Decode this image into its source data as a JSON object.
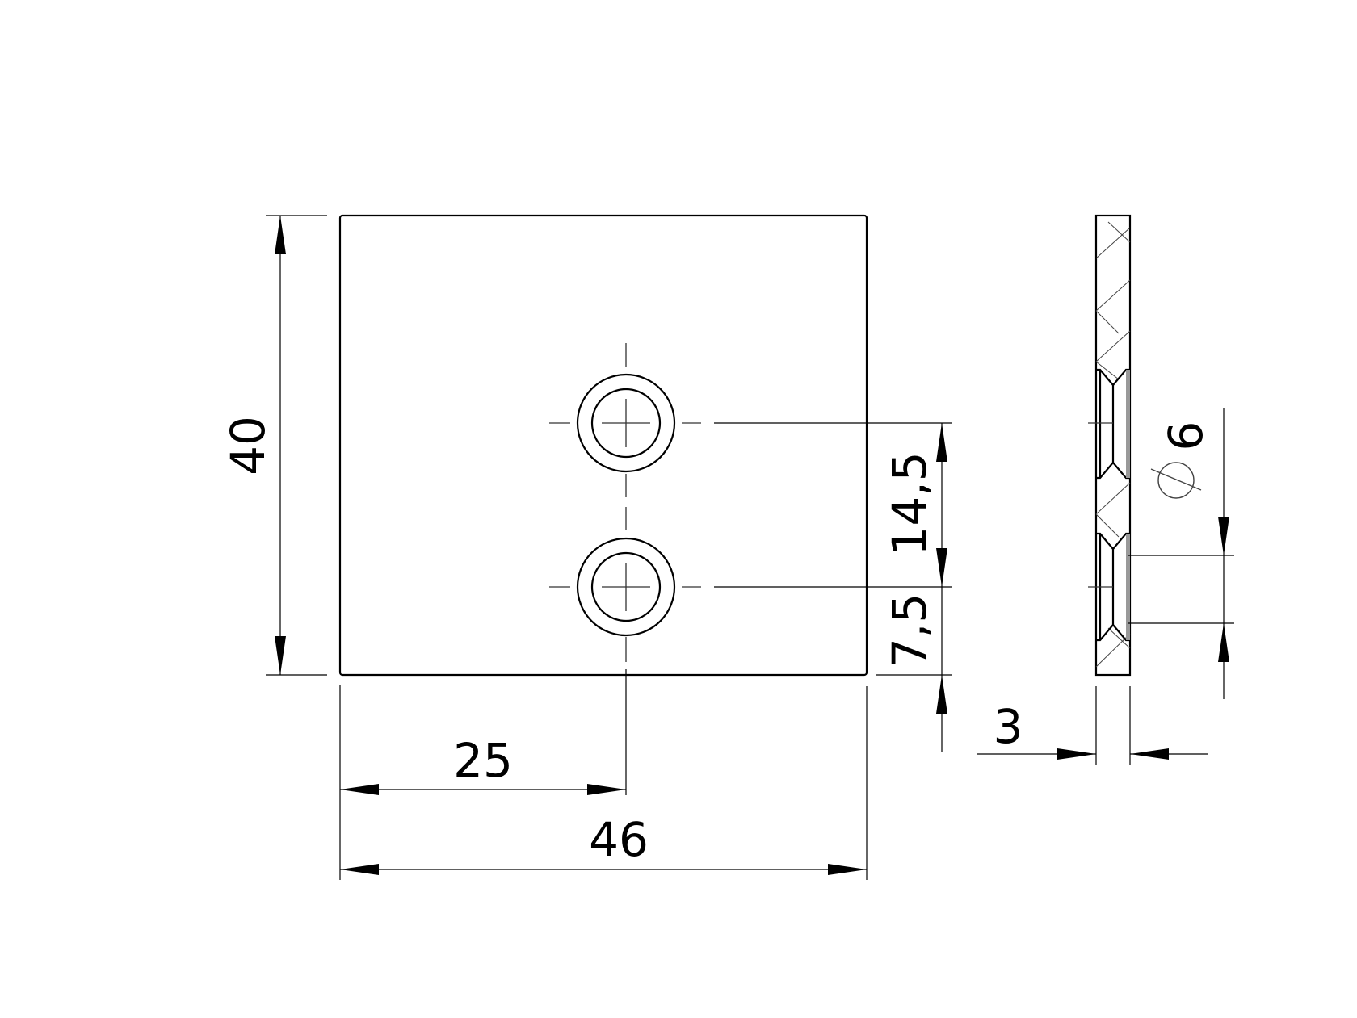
{
  "drawing": {
    "type": "technical-drawing",
    "part": "flat plate with two countersunk holes",
    "views": [
      "front-view",
      "side-section-view"
    ],
    "line_color": "#000000",
    "background": "#ffffff"
  },
  "dimensions": {
    "height": {
      "label": "40",
      "value": 40,
      "orientation": "vertical"
    },
    "width": {
      "label": "46",
      "value": 46,
      "orientation": "horizontal"
    },
    "hole_x_offset": {
      "label": "25",
      "value": 25,
      "orientation": "horizontal"
    },
    "hole_spacing": {
      "label": "14,5",
      "value": 14.5,
      "orientation": "vertical"
    },
    "hole_bottom_offset": {
      "label": "7,5",
      "value": 7.5,
      "orientation": "vertical"
    },
    "thickness": {
      "label": "3",
      "value": 3,
      "orientation": "horizontal"
    },
    "hole_diameter": {
      "label": "⌀6",
      "symbol": "⌀",
      "number": "6",
      "value": 6,
      "orientation": "vertical"
    }
  },
  "holes": [
    {
      "name": "upper-hole",
      "type": "countersunk"
    },
    {
      "name": "lower-hole",
      "type": "countersunk"
    }
  ]
}
